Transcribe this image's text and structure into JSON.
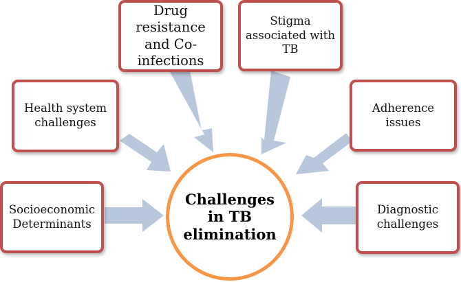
{
  "center": {
    "title": "Challenges in TB elimination"
  },
  "boxes": {
    "drug": "Drug resistance and Co-infections",
    "stigma": "Stigma associated with TB",
    "health": "Health system challenges",
    "adherence": "Adherence issues",
    "socio": "Socioeconomic Determinants",
    "diagnostic": "Diagnostic challenges"
  },
  "colors": {
    "box_border": "#c0504d",
    "circle_border": "#f79646",
    "arrow_fill": "#b9c7dd"
  }
}
